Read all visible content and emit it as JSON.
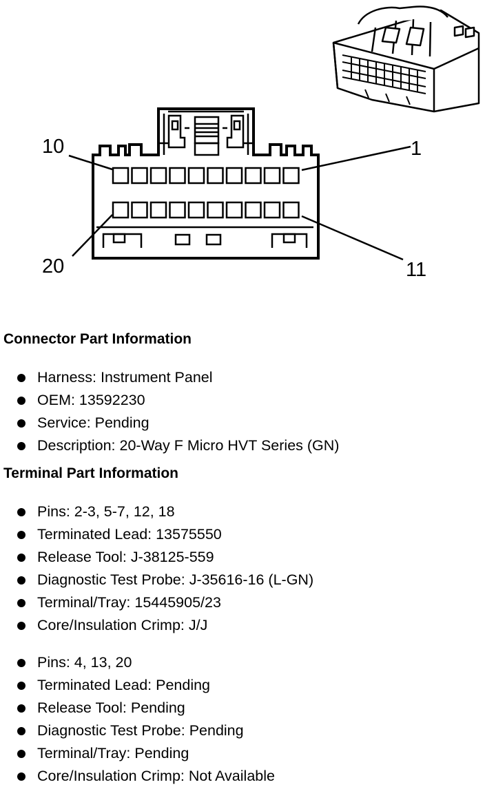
{
  "pin_labels": {
    "p10": "10",
    "p1": "1",
    "p20": "20",
    "p11": "11"
  },
  "connector_info": {
    "title": "Connector Part Information",
    "items": [
      "Harness: Instrument Panel",
      "OEM: 13592230",
      "Service: Pending",
      "Description: 20-Way F Micro HVT Series (GN)"
    ]
  },
  "terminal_info": {
    "title": "Terminal Part Information",
    "group1": [
      "Pins: 2-3, 5-7, 12, 18",
      "Terminated Lead: 13575550",
      "Release Tool: J-38125-559",
      "Diagnostic Test Probe: J-35616-16 (L-GN)",
      "Terminal/Tray: 15445905/23",
      "Core/Insulation Crimp: J/J"
    ],
    "group2": [
      "Pins: 4, 13, 20",
      "Terminated Lead: Pending",
      "Release Tool: Pending",
      "Diagnostic Test Probe: Pending",
      "Terminal/Tray: Pending",
      "Core/Insulation Crimp: Not Available"
    ]
  }
}
